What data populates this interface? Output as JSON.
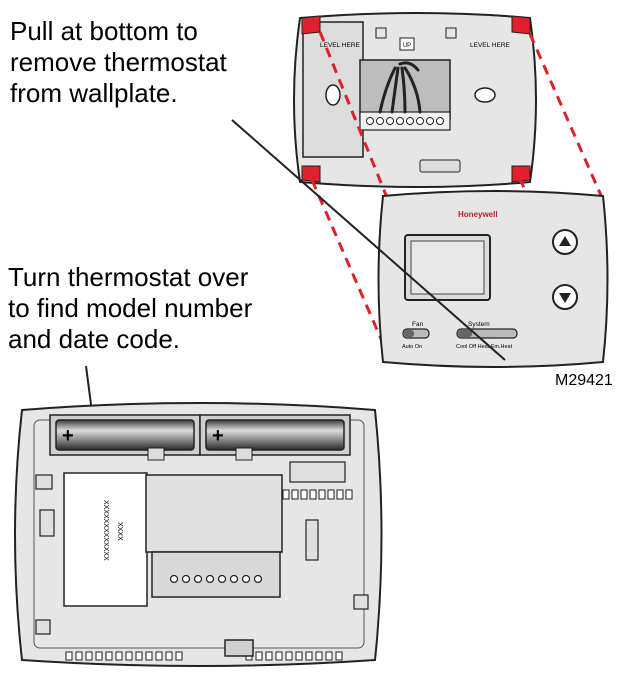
{
  "captions": {
    "top": [
      "Pull at bottom to",
      "remove thermostat",
      "from wallplate."
    ],
    "bottom": [
      "Turn thermostat over",
      "to find model number",
      "and date code."
    ]
  },
  "figure_code": "M29421",
  "wallplate": {
    "level_left": "LEVEL HERE",
    "level_right": "LEVEL HERE",
    "up_label": "UP"
  },
  "thermostat": {
    "brand": "Honeywell",
    "fan_label": "Fan",
    "fan_options": "Auto  On",
    "system_label": "System",
    "system_options": "Cool  Off  Heat  Em.Heat"
  },
  "back": {
    "battery_left": "+",
    "battery_right": "+",
    "date_code_a": "XXXXXXXXXXXXX",
    "date_code_b": "XXXX"
  },
  "colors": {
    "dashed_line": "#e0202a",
    "latch": "#e0202a",
    "body_fill": "#e6e6e6",
    "outline": "#222222"
  }
}
